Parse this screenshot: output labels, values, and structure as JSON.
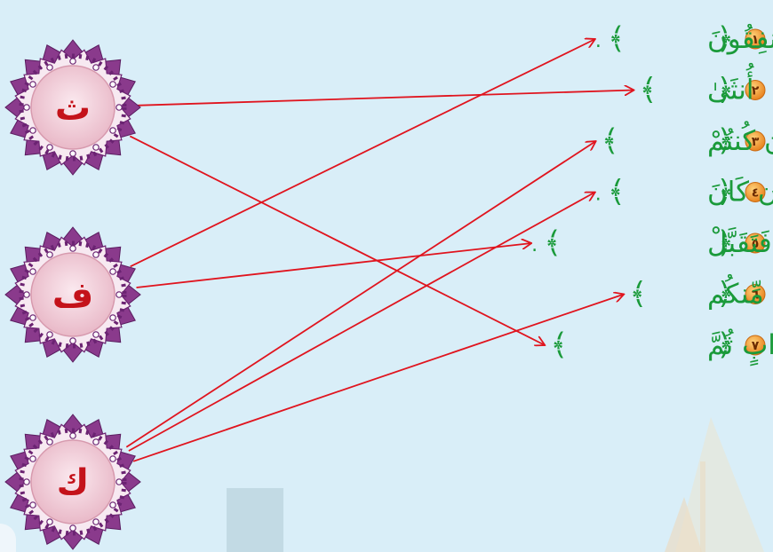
{
  "letters": [
    {
      "id": "tha",
      "label": "ث"
    },
    {
      "id": "fa",
      "label": "ف"
    },
    {
      "id": "kaf",
      "label": "ك"
    }
  ],
  "terms": [
    {
      "number": "١",
      "text": "يُنفِقُونَ",
      "dot": "."
    },
    {
      "number": "٢",
      "text": "أُنثَىٰ",
      "dot": ""
    },
    {
      "number": "٣",
      "text": "إِن كُنتُمْ",
      "dot": ""
    },
    {
      "number": "٤",
      "text": "أَن كَانَ",
      "dot": "."
    },
    {
      "number": "٥",
      "text": "مُحَرَّرًا فَتَقَبَّلْ",
      "dot": "."
    },
    {
      "number": "٦",
      "text": "مِّنكُم",
      "dot": ""
    },
    {
      "number": "٧",
      "text": "مِن تُرَابٍ ثُمَّ",
      "dot": ""
    }
  ],
  "brackets": {
    "open": "﴿",
    "close": "﴾"
  },
  "connections": [
    {
      "letter": "tha",
      "term": "٢"
    },
    {
      "letter": "tha",
      "term": "٧"
    },
    {
      "letter": "fa",
      "term": "١"
    },
    {
      "letter": "fa",
      "term": "٥"
    },
    {
      "letter": "kaf",
      "term": "٣"
    },
    {
      "letter": "kaf",
      "term": "٤"
    },
    {
      "letter": "kaf",
      "term": "٦"
    }
  ],
  "colors": {
    "background": "#d9eef8",
    "arrow": "#e0141e",
    "term_text": "#1a9a3a",
    "number_badge": "#f29a2e",
    "medallion_ring": "#6b2372",
    "medallion_center": "#f3d4de",
    "letter": "#c4121a"
  }
}
